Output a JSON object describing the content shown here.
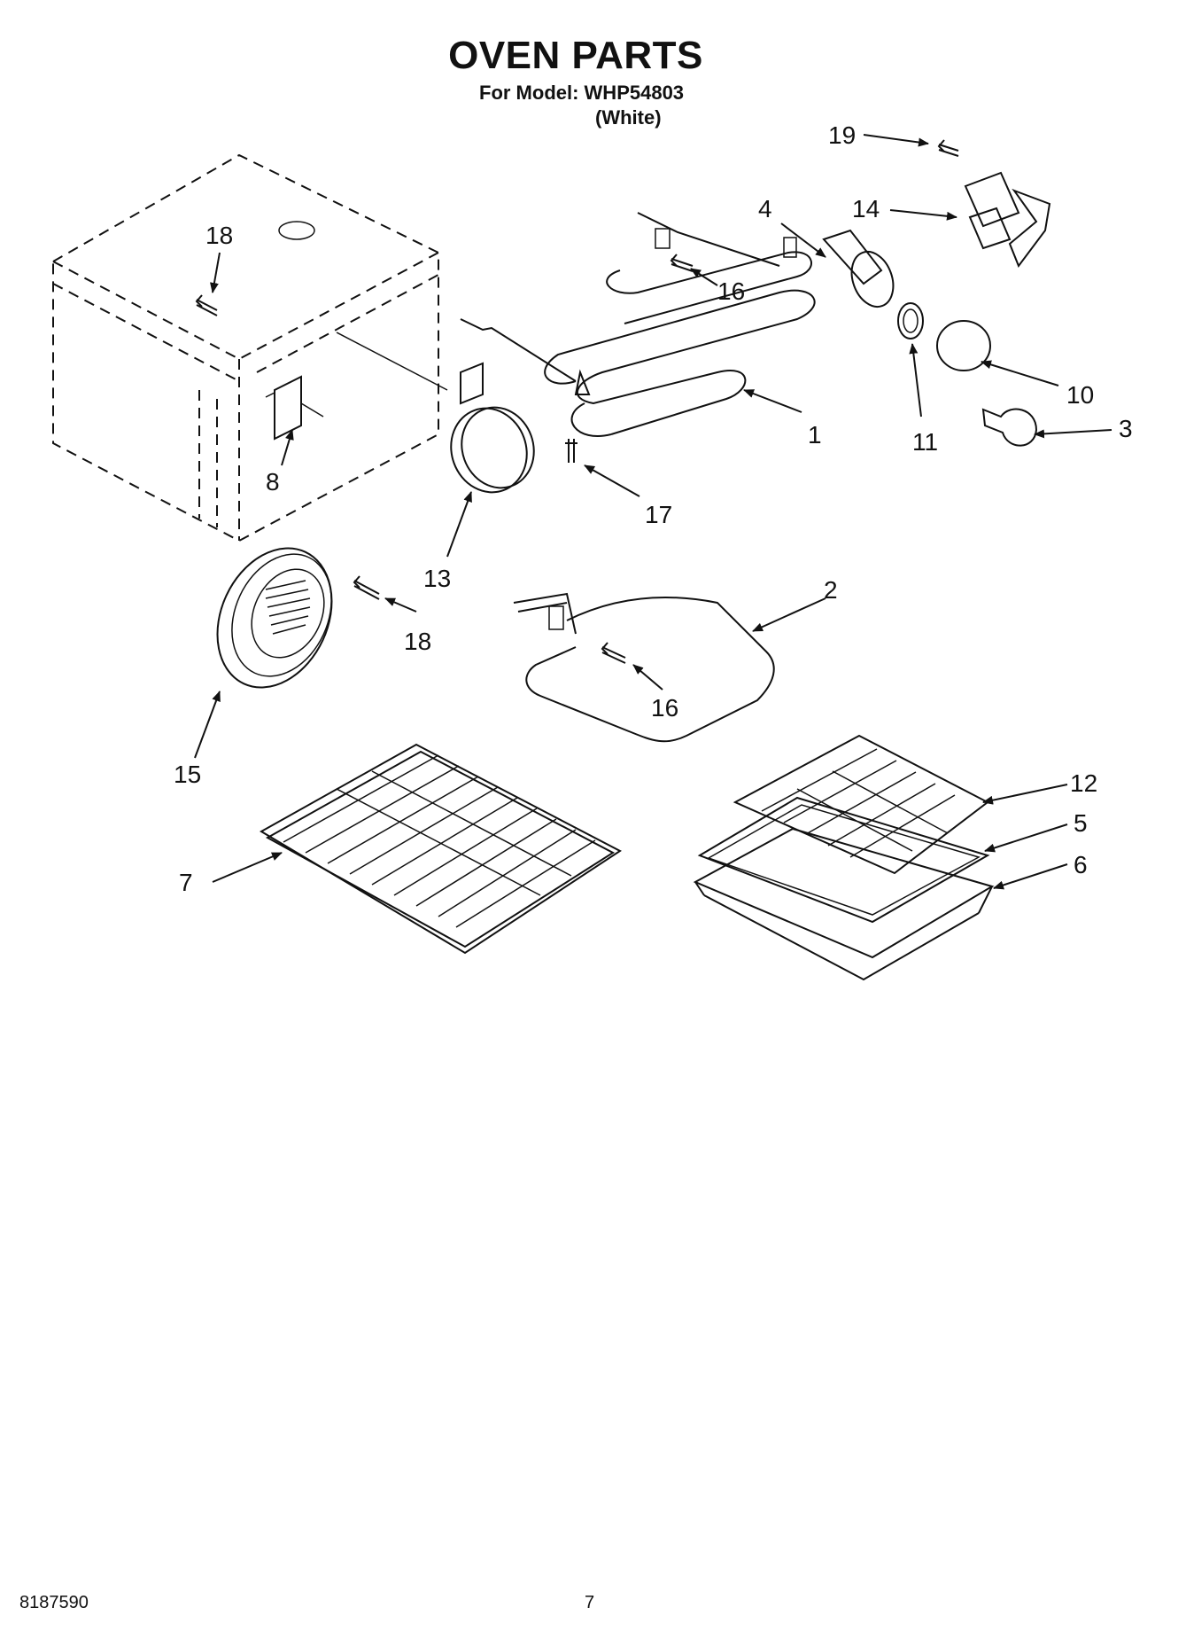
{
  "header": {
    "title": "OVEN PARTS",
    "model_line": "For Model: WHP54803",
    "variant": "(White)"
  },
  "footer": {
    "doc_number": "8187590",
    "page_number": "7"
  },
  "callouts": [
    {
      "id": "c19",
      "label": "19"
    },
    {
      "id": "c14",
      "label": "14"
    },
    {
      "id": "c4",
      "label": "4"
    },
    {
      "id": "c16a",
      "label": "16"
    },
    {
      "id": "c18a",
      "label": "18"
    },
    {
      "id": "c1",
      "label": "1"
    },
    {
      "id": "c10",
      "label": "10"
    },
    {
      "id": "c11",
      "label": "11"
    },
    {
      "id": "c3",
      "label": "3"
    },
    {
      "id": "c8",
      "label": "8"
    },
    {
      "id": "c17",
      "label": "17"
    },
    {
      "id": "c13",
      "label": "13"
    },
    {
      "id": "c2",
      "label": "2"
    },
    {
      "id": "c18b",
      "label": "18"
    },
    {
      "id": "c16b",
      "label": "16"
    },
    {
      "id": "c15",
      "label": "15"
    },
    {
      "id": "c12",
      "label": "12"
    },
    {
      "id": "c5",
      "label": "5"
    },
    {
      "id": "c6",
      "label": "6"
    },
    {
      "id": "c7",
      "label": "7"
    }
  ]
}
